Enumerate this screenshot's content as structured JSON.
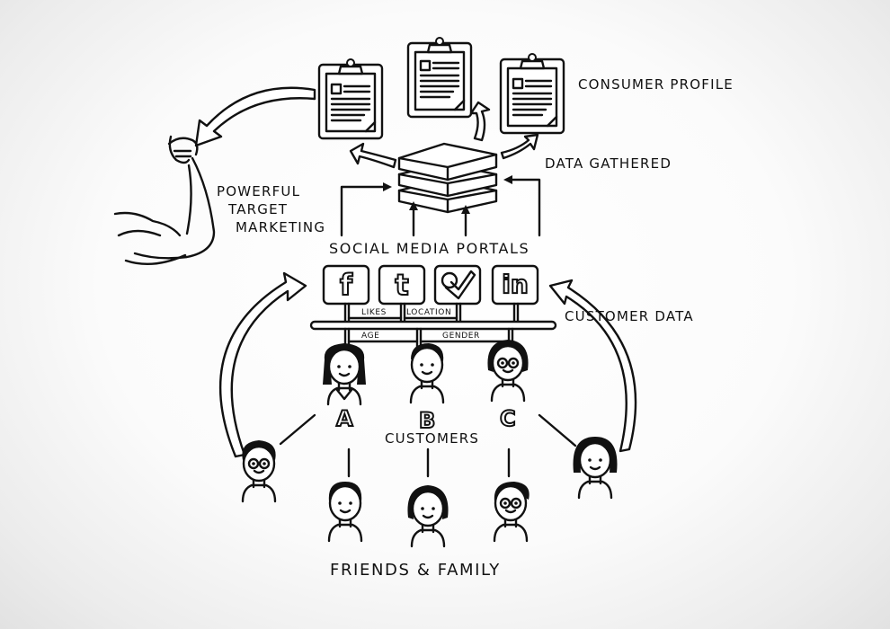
{
  "title": "Social media customer data flow",
  "labels": {
    "consumer_profile": "CONSUMER PROFILE",
    "data_gathered": "DATA GATHERED",
    "powerful_target_marketing": [
      "POWERFUL",
      "TARGET",
      "MARKETING"
    ],
    "social_media_portals": "SOCIAL MEDIA PORTALS",
    "customer_data": "CUSTOMER DATA",
    "customers": "CUSTOMERS",
    "friends_family": "FRIENDS & FAMILY"
  },
  "portals": [
    {
      "name": "facebook",
      "glyph": "f"
    },
    {
      "name": "twitter",
      "glyph": "t"
    },
    {
      "name": "foursquare",
      "glyph": ""
    },
    {
      "name": "linkedin",
      "glyph": "in"
    }
  ],
  "attributes": {
    "upper": [
      "LIKES",
      "LOCATION"
    ],
    "lower": [
      "AGE",
      "GENDER"
    ]
  },
  "customers": [
    {
      "id": "A"
    },
    {
      "id": "B"
    },
    {
      "id": "C"
    }
  ],
  "friends_family_count": 5,
  "profiles_count": 3,
  "colors": {
    "ink": "#111111",
    "paper": "#ffffff",
    "background": "#f4f4f4"
  }
}
